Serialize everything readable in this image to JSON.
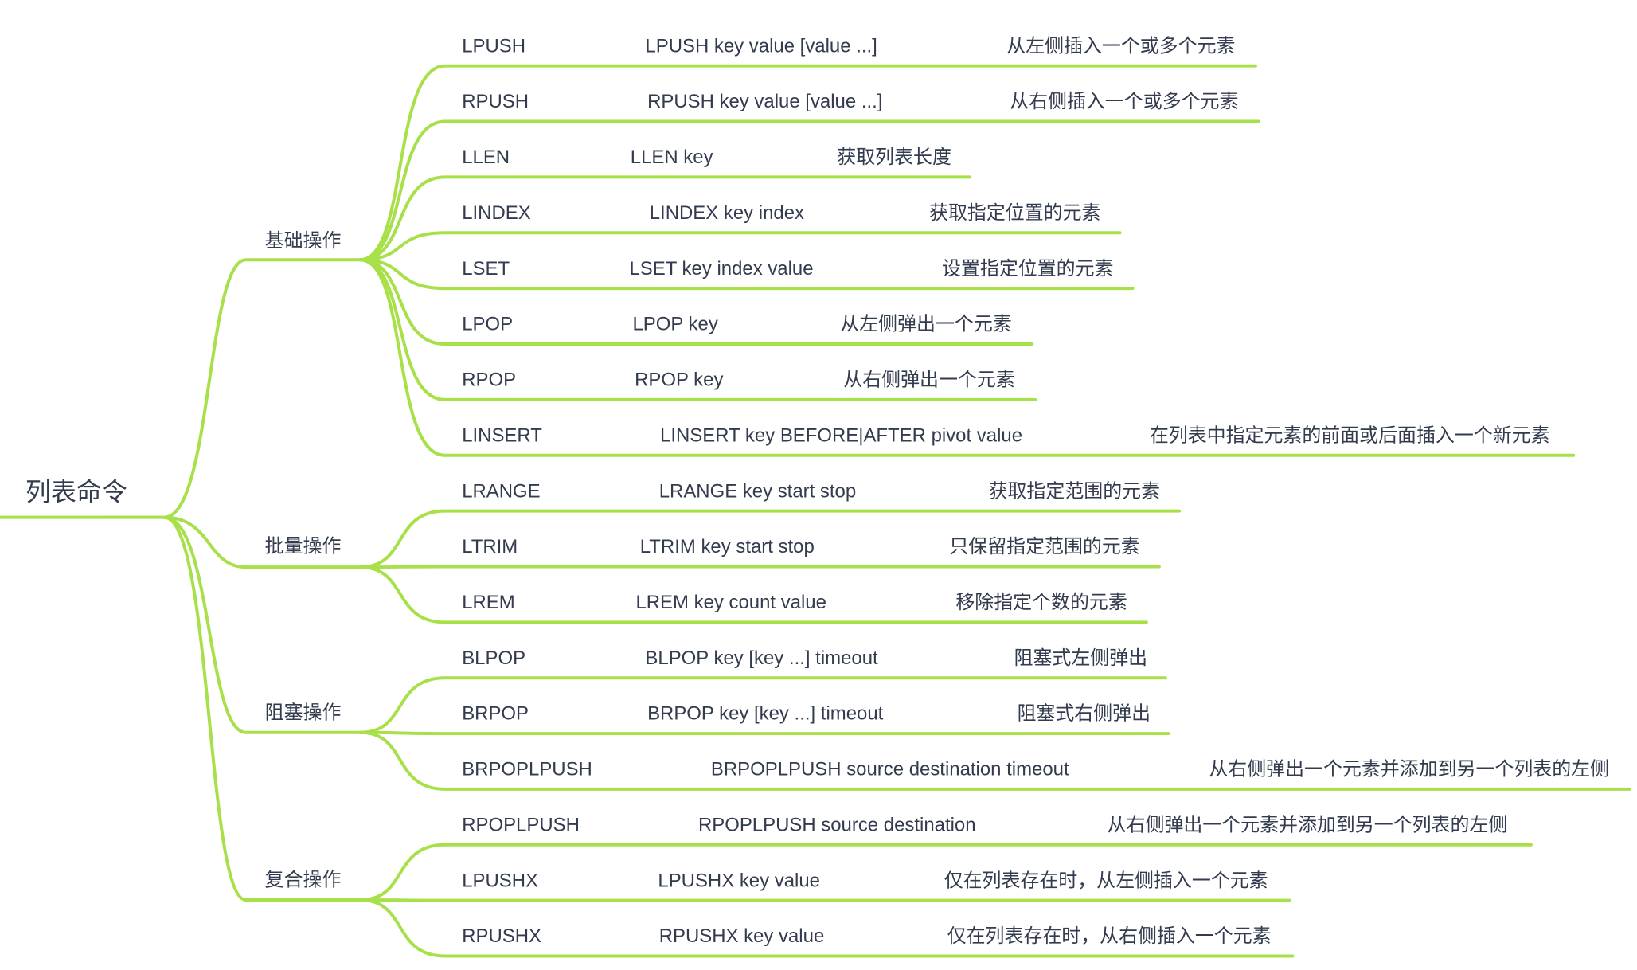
{
  "root": "列表命令",
  "line_color": "#a8e04a",
  "text_color": "#333b4e",
  "groups": [
    {
      "label": "基础操作",
      "rows": [
        {
          "name": "LPUSH",
          "syntax": "LPUSH key value [value ...]",
          "desc": "从左侧插入一个或多个元素"
        },
        {
          "name": "RPUSH",
          "syntax": "RPUSH key value [value ...]",
          "desc": "从右侧插入一个或多个元素"
        },
        {
          "name": "LLEN",
          "syntax": "LLEN key",
          "desc": "获取列表长度"
        },
        {
          "name": "LINDEX",
          "syntax": "LINDEX key index",
          "desc": "获取指定位置的元素"
        },
        {
          "name": "LSET",
          "syntax": "LSET key index value",
          "desc": "设置指定位置的元素"
        },
        {
          "name": "LPOP",
          "syntax": "LPOP key",
          "desc": "从左侧弹出一个元素"
        },
        {
          "name": "RPOP",
          "syntax": "RPOP key",
          "desc": "从右侧弹出一个元素"
        },
        {
          "name": "LINSERT",
          "syntax": "LINSERT key BEFORE|AFTER pivot value",
          "desc": "在列表中指定元素的前面或后面插入一个新元素"
        }
      ]
    },
    {
      "label": "批量操作",
      "rows": [
        {
          "name": "LRANGE",
          "syntax": "LRANGE key start stop",
          "desc": "获取指定范围的元素"
        },
        {
          "name": "LTRIM",
          "syntax": "LTRIM key start stop",
          "desc": "只保留指定范围的元素"
        },
        {
          "name": "LREM",
          "syntax": "LREM key count value",
          "desc": "移除指定个数的元素"
        }
      ]
    },
    {
      "label": "阻塞操作",
      "rows": [
        {
          "name": "BLPOP",
          "syntax": "BLPOP key [key ...] timeout",
          "desc": "阻塞式左侧弹出"
        },
        {
          "name": "BRPOP",
          "syntax": "BRPOP key [key ...] timeout",
          "desc": "阻塞式右侧弹出"
        },
        {
          "name": "BRPOPLPUSH",
          "syntax": "BRPOPLPUSH source destination timeout",
          "desc": "从右侧弹出一个元素并添加到另一个列表的左侧"
        }
      ]
    },
    {
      "label": "复合操作",
      "rows": [
        {
          "name": "RPOPLPUSH",
          "syntax": "RPOPLPUSH source destination",
          "desc": "从右侧弹出一个元素并添加到另一个列表的左侧"
        },
        {
          "name": "LPUSHX",
          "syntax": "LPUSHX key value",
          "desc": "仅在列表存在时，从左侧插入一个元素"
        },
        {
          "name": "RPUSHX",
          "syntax": "RPUSHX key value",
          "desc": "仅在列表存在时，从右侧插入一个元素"
        }
      ]
    }
  ]
}
